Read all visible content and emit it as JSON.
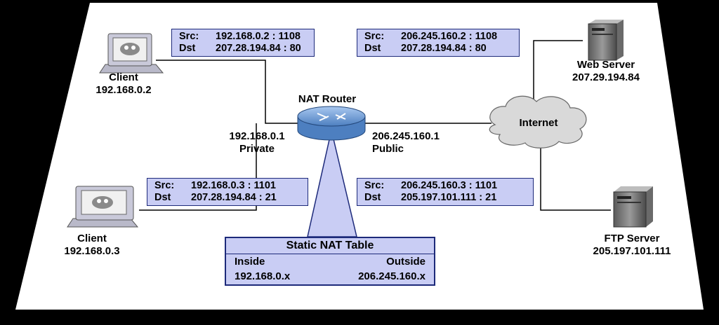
{
  "nodes": {
    "client1": {
      "title": "Client",
      "ip": "192.168.0.2"
    },
    "client2": {
      "title": "Client",
      "ip": "192.168.0.3"
    },
    "web_server": {
      "title": "Web Server",
      "ip": "207.29.194.84"
    },
    "ftp_server": {
      "title": "FTP Server",
      "ip": "205.197.101.111"
    },
    "router": {
      "title": "NAT Router"
    },
    "internet": {
      "title": "Internet"
    }
  },
  "router_ifaces": {
    "private_ip": "192.168.0.1",
    "private_label": "Private",
    "public_ip": "206.245.160.1",
    "public_label": "Public"
  },
  "packets": {
    "p1": {
      "src_label": "Src:",
      "src": "192.168.0.2 : 1108",
      "dst_label": "Dst",
      "dst": "207.28.194.84 : 80"
    },
    "p2": {
      "src_label": "Src:",
      "src": "206.245.160.2 : 1108",
      "dst_label": "Dst",
      "dst": "207.28.194.84 : 80"
    },
    "p3": {
      "src_label": "Src:",
      "src": "192.168.0.3 : 1101",
      "dst_label": "Dst",
      "dst": "207.28.194.84 : 21"
    },
    "p4": {
      "src_label": "Src:",
      "src": "206.245.160.3 : 1101",
      "dst_label": "Dst",
      "dst": "205.197.101.111 : 21"
    }
  },
  "nat_table": {
    "title": "Static NAT Table",
    "col_inside": "Inside",
    "col_outside": "Outside",
    "inside_value": "192.168.0.x",
    "outside_value": "206.245.160.x"
  },
  "colors": {
    "background": "#000000",
    "sheet": "#ffffff",
    "box_fill": "#c9cdf4",
    "box_border": "#1d2a7a",
    "router_blue": "#6f9fd8",
    "cloud": "#d9d9d9"
  }
}
